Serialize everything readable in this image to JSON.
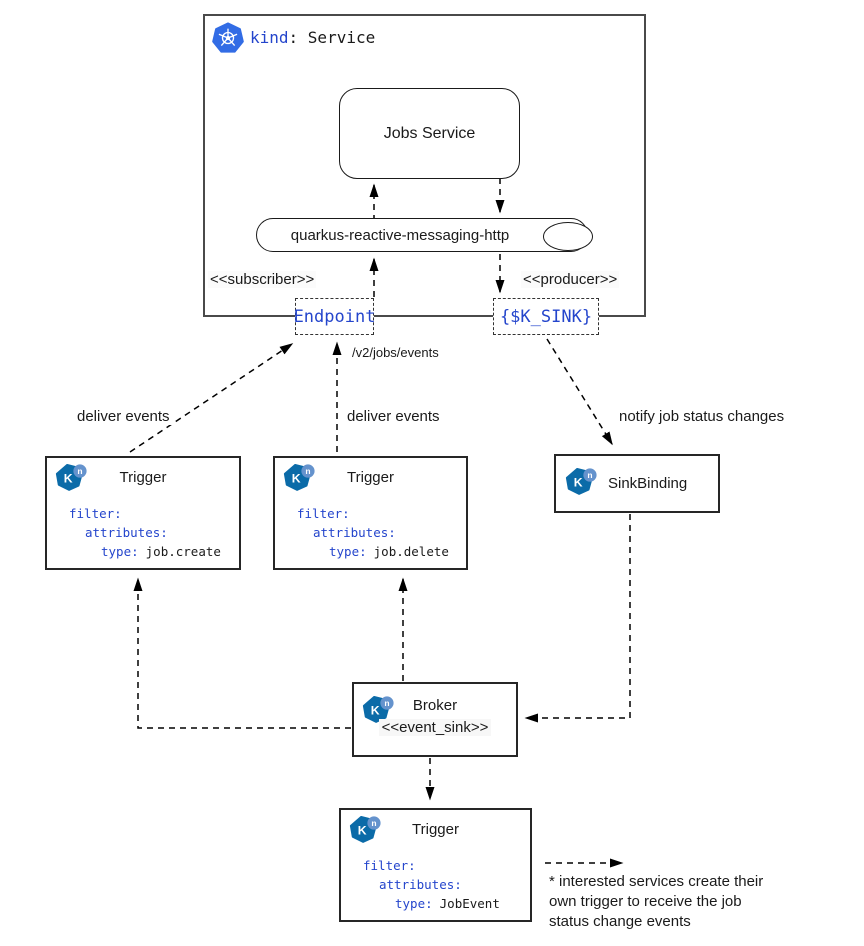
{
  "colors": {
    "kubernetes_blue": "#326ce5",
    "knative_blue": "#0b6ba8",
    "knative_badge_blue": "#6593cd",
    "code_blue": "#2445cc",
    "line_black": "#000000"
  },
  "icons": [
    "kubernetes-icon",
    "knative-icon"
  ],
  "service": {
    "kind_key": "kind",
    "kind_rest": ": Service",
    "app_label": "Jobs Service",
    "channel_label": "quarkus-reactive-messaging-http",
    "subscriber_stereotype": "<<subscriber>>",
    "producer_stereotype": "<<producer>>",
    "endpoint_label": "Endpoint",
    "ksink_label": "{$K_SINK}",
    "events_path": "/v2/jobs/events"
  },
  "edge_labels": {
    "deliver_left": "deliver events",
    "deliver_mid": "deliver events",
    "notify": "notify job status changes"
  },
  "triggers": {
    "create": {
      "title": "Trigger",
      "l1": "filter:",
      "l2": "attributes:",
      "key": "type:",
      "value": "job.create"
    },
    "delete": {
      "title": "Trigger",
      "l1": "filter:",
      "l2": "attributes:",
      "key": "type:",
      "value": "job.delete"
    },
    "job_event": {
      "title": "Trigger",
      "l1": "filter:",
      "l2": "attributes:",
      "key": "type:",
      "value": "JobEvent"
    }
  },
  "sink_binding": {
    "title": "SinkBinding"
  },
  "broker": {
    "title": "Broker",
    "stereotype": "<<event_sink>>"
  },
  "note": {
    "text": "* interested services create their\nown trigger to receive the job\nstatus change events"
  }
}
